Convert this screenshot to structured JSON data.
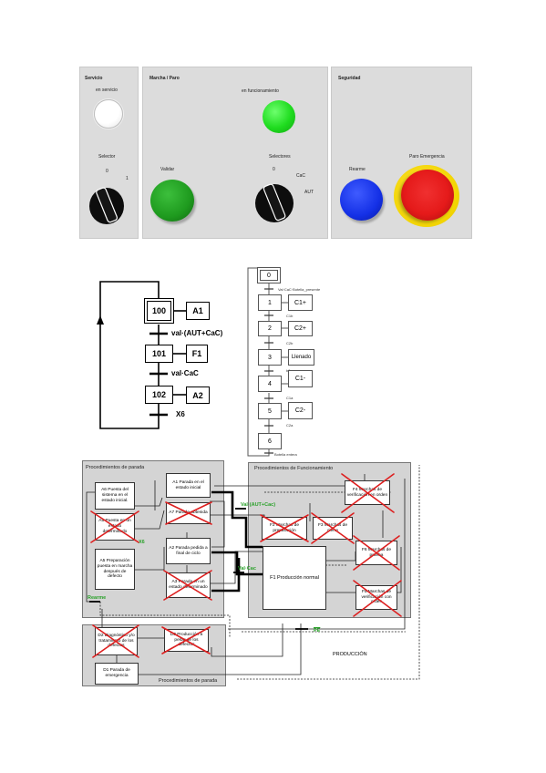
{
  "panel": {
    "servicio": {
      "title": "Servicio",
      "lamp_label": "en servicio",
      "selector_label": "Selector",
      "pos_0": "0",
      "pos_1": "1"
    },
    "marcha": {
      "title": "Marcha / Paro",
      "lamp_label": "en funcionamiento",
      "validar_label": "Validar",
      "selectores_label": "Selectores",
      "pos_0": "0",
      "pos_cac": "CaC",
      "pos_aut": "AUT"
    },
    "seguridad": {
      "title": "Seguridad",
      "rearme_label": "Rearme",
      "emergencia_label": "Paro Emergencia"
    },
    "colors": {
      "panel_bg": "#dcdcdc",
      "lamp_off": "#ffffff",
      "lamp_on": "#22dd22",
      "validar": "#1e9a1e",
      "rearme": "#1430e6",
      "emergency_ring": "#f2d400",
      "emergency_red": "#e51a1a"
    }
  },
  "grafcet_left": {
    "steps": [
      {
        "id": "100",
        "action": "A1"
      },
      {
        "id": "101",
        "action": "F1"
      },
      {
        "id": "102",
        "action": "A2"
      }
    ],
    "transitions": [
      "val·(AUT+CaC)",
      "val·CaC",
      "X6"
    ]
  },
  "grafcet_right": {
    "steps": [
      {
        "id": "0",
        "action": ""
      },
      {
        "id": "1",
        "action": "C1+"
      },
      {
        "id": "2",
        "action": "C2+"
      },
      {
        "id": "3",
        "action": "Llenado"
      },
      {
        "id": "4",
        "action": "C1-"
      },
      {
        "id": "5",
        "action": "C2-"
      },
      {
        "id": "6",
        "action": ""
      }
    ],
    "transitions": [
      "Val·CaC·Botella_presente",
      "C1b",
      "C2b",
      "b2n",
      "C1a",
      "C2a",
      "Botella entera"
    ]
  },
  "gemma": {
    "zones": {
      "parada": "Procedimientos de parada",
      "funcionamiento": "Procedimientos de Funcionamiento",
      "fallo": "Procedimientos de parada"
    },
    "boxes": {
      "a6": "A6 Puesta del sistema en el estado inicial.",
      "a1": "A1 Parada en el estado inicial",
      "a7": "A7 Parada obtenida",
      "a5_top": "A5 Puesta en un estado determinado",
      "a2": "A2 Parada pedida a final de ciclo",
      "a5": "A5 Preparación puesta en marcha después de defecto",
      "a3": "A3 Parada en un estado determinado",
      "f4": "F4 Marchas de verificación en orden",
      "f2": "F2 Marchas de preparación",
      "f3": "F3 Marchas de cierre",
      "f6": "F6 Marchas de prueba",
      "f1": "F1 Producción normal",
      "f5": "F5 Marchas de verificación con orden",
      "d2": "D2 Diagnóstico y/o tratamiento de los defectos",
      "d3": "D3 Producción a pesar de los defectos",
      "d1": "D1 Parada de emergencia"
    },
    "labels": {
      "val_aut_cac": "Val·(AUT+Cac)",
      "val_cac": "Val·Cac",
      "x6": "X6",
      "rearme": "Rearme",
      "pe": "PE",
      "produccion": "PRODUCCIÓN"
    },
    "colors": {
      "zone_bg": "#d4d4d4",
      "crossed": "#dd1f1f",
      "condition": "#2aa12a"
    }
  }
}
